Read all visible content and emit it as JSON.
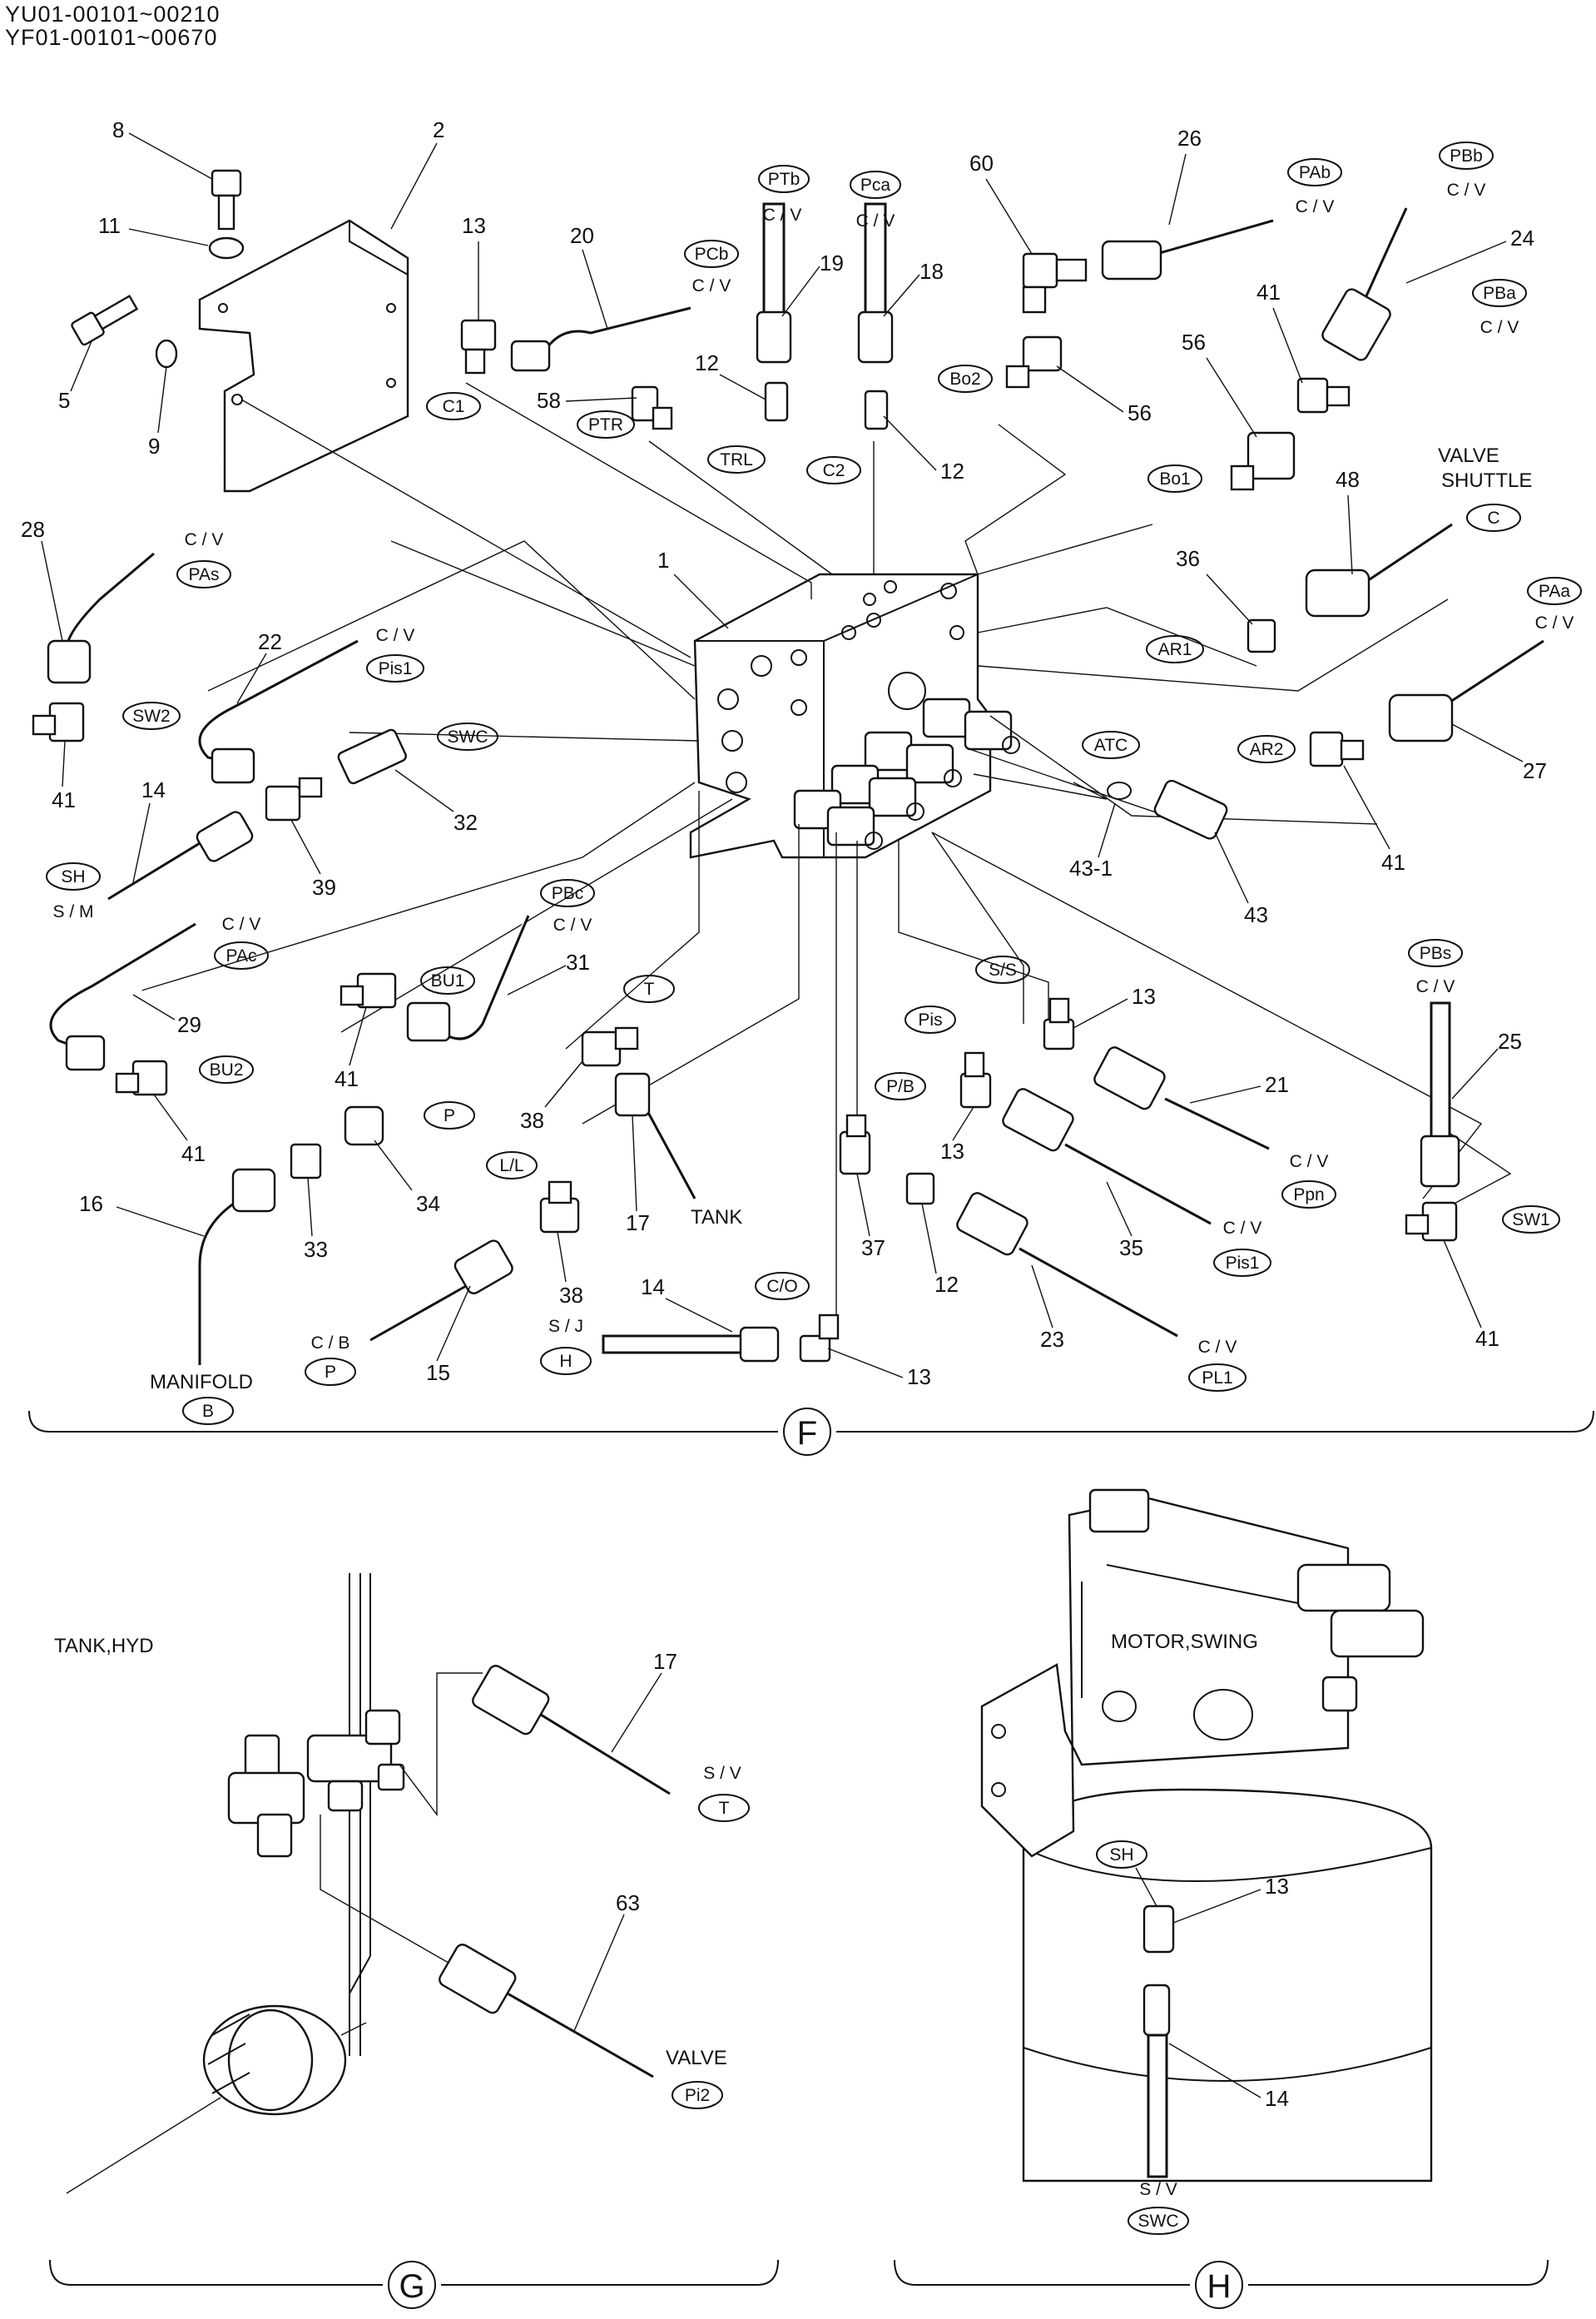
{
  "header": {
    "line1": "YU01-00101~00210",
    "line2": "YF01-00101~00670"
  },
  "sections": {
    "F": "F",
    "G": "G",
    "H": "H"
  },
  "labels": {
    "tank_hyd": "TANK,HYD",
    "motor_swing": "MOTOR,SWING",
    "valve_shuttle_1": "VALVE",
    "valve_shuttle_2": "SHUTTLE",
    "manifold": "MANIFOLD",
    "tank": "TANK",
    "valve": "VALVE",
    "cv": "C / V",
    "sm": "S / M",
    "cb": "C / B",
    "sj": "S / J",
    "sv": "S / V"
  },
  "ports": {
    "PTb": "PTb",
    "Pca": "Pca",
    "PCb": "PCb",
    "PAb": "PAb",
    "PBb": "PBb",
    "PBa": "PBa",
    "Bo2": "Bo2",
    "Bo1": "Bo1",
    "C1": "C1",
    "PTR": "PTR",
    "TRL": "TRL",
    "C2": "C2",
    "C": "C",
    "PAs": "PAs",
    "PAa": "PAa",
    "AR1": "AR1",
    "AR2": "AR2",
    "SW2": "SW2",
    "Pis1": "Pis1",
    "SWC": "SWC",
    "ATC": "ATC",
    "SH": "SH",
    "PAc": "PAc",
    "PBc": "PBc",
    "BU1": "BU1",
    "BU2": "BU2",
    "T": "T",
    "P": "P",
    "SS": "S/S",
    "PBs": "PBs",
    "Pis": "Pis",
    "PB": "P/B",
    "LL": "L/L",
    "CO": "C/O",
    "Ppn": "Ppn",
    "SW1": "SW1",
    "H": "H",
    "PL1": "PL1",
    "B": "B",
    "Pi2": "Pi2"
  },
  "part_numbers": {
    "n1": "1",
    "n2": "2",
    "n5": "5",
    "n8": "8",
    "n9": "9",
    "n11": "11",
    "n12": "12",
    "n13": "13",
    "n14": "14",
    "n15": "15",
    "n16": "16",
    "n17": "17",
    "n18": "18",
    "n19": "19",
    "n20": "20",
    "n21": "21",
    "n22": "22",
    "n23": "23",
    "n24": "24",
    "n25": "25",
    "n26": "26",
    "n27": "27",
    "n28": "28",
    "n29": "29",
    "n31": "31",
    "n32": "32",
    "n33": "33",
    "n34": "34",
    "n35": "35",
    "n36": "36",
    "n37": "37",
    "n38": "38",
    "n39": "39",
    "n41": "41",
    "n43": "43",
    "n43_1": "43-1",
    "n48": "48",
    "n56": "56",
    "n58": "58",
    "n60": "60",
    "n63": "63"
  }
}
